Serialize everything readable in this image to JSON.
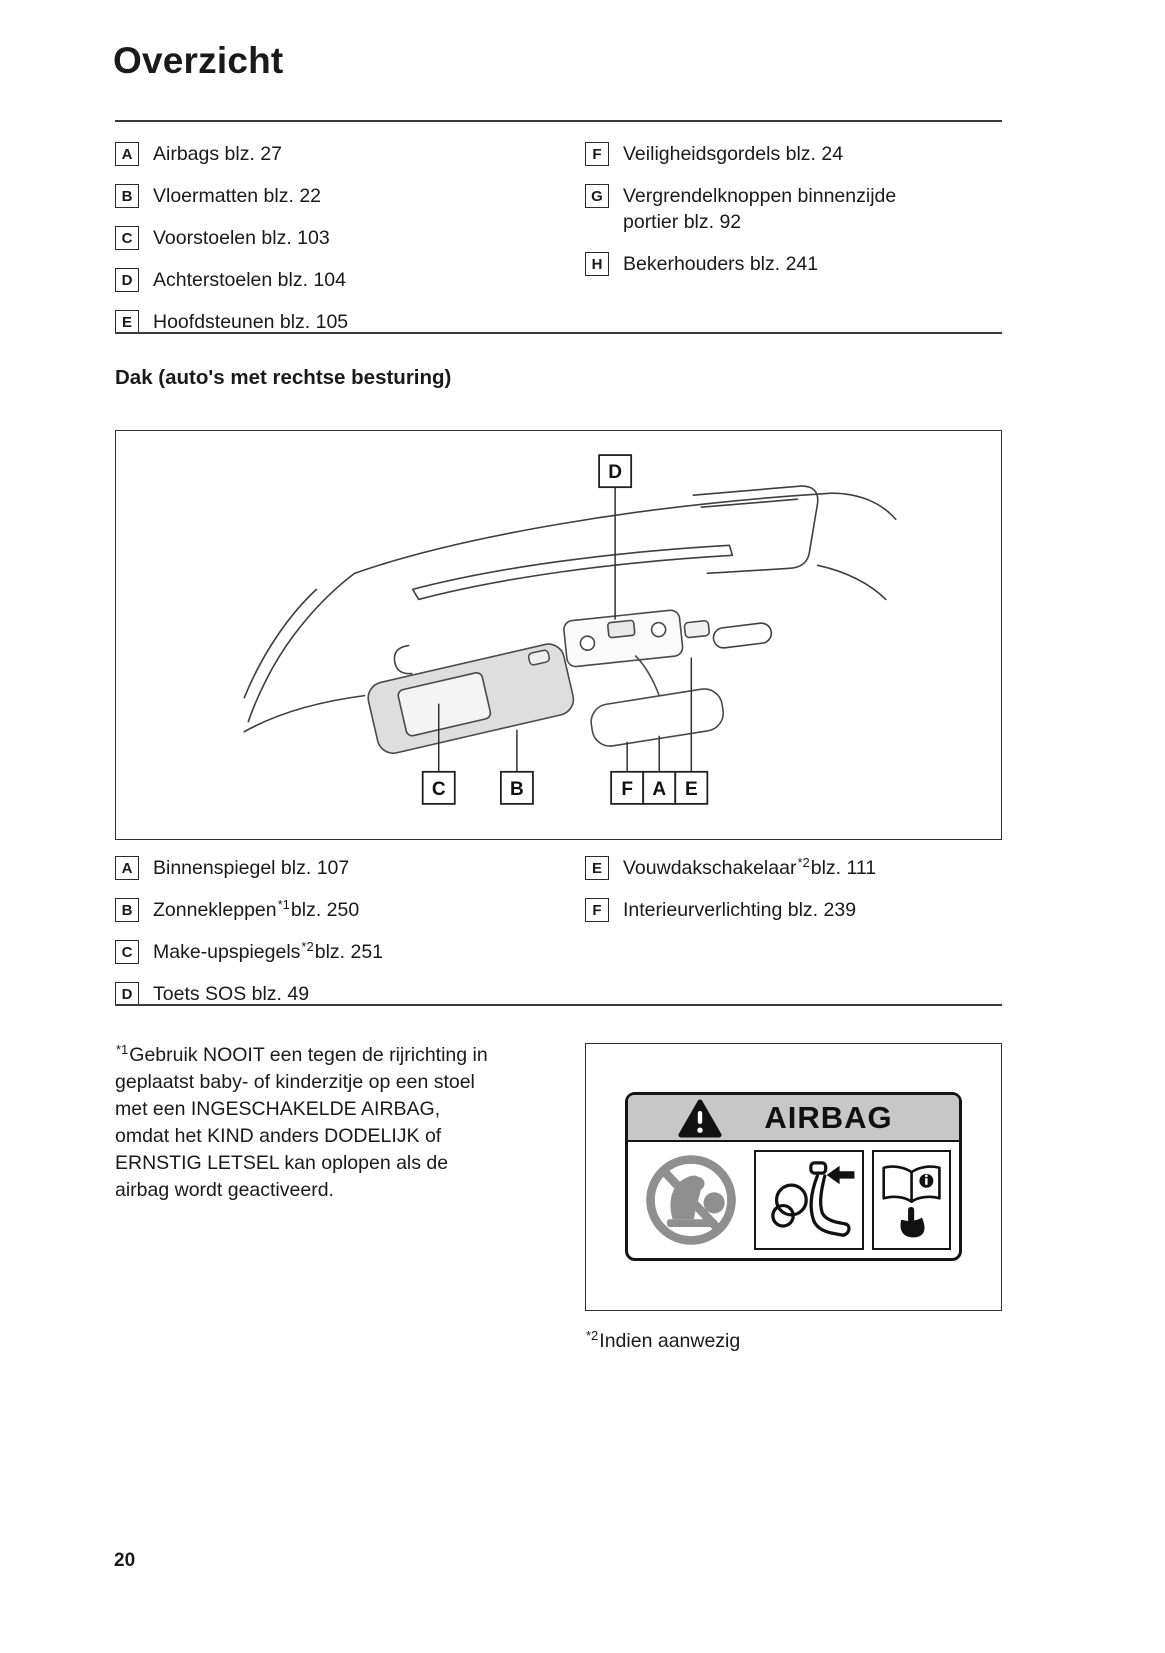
{
  "page": {
    "title": "Overzicht",
    "subheading": "Dak (auto's met rechtse besturing)",
    "page_number": "20"
  },
  "legend_top": {
    "left": [
      {
        "key": "A",
        "pre": "Airbags blz. 27",
        "sup": "",
        "post": ""
      },
      {
        "key": "B",
        "pre": "Vloermatten blz. 22",
        "sup": "",
        "post": ""
      },
      {
        "key": "C",
        "pre": "Voorstoelen blz. 103",
        "sup": "",
        "post": ""
      },
      {
        "key": "D",
        "pre": "Achterstoelen blz. 104",
        "sup": "",
        "post": ""
      },
      {
        "key": "E",
        "pre": "Hoofdsteunen blz. 105",
        "sup": "",
        "post": ""
      }
    ],
    "right": [
      {
        "key": "F",
        "pre": "Veiligheidsgordels blz. 24",
        "sup": "",
        "post": ""
      },
      {
        "key": "G",
        "pre": "Vergrendelknoppen binnenzijde portier blz. 92",
        "sup": "",
        "post": ""
      },
      {
        "key": "H",
        "pre": "Bekerhouders blz. 241",
        "sup": "",
        "post": ""
      }
    ]
  },
  "figure": {
    "label_top": "D",
    "labels_bottom": [
      "C",
      "B",
      "F",
      "A",
      "E"
    ]
  },
  "legend_bottom": {
    "left": [
      {
        "key": "A",
        "pre": "Binnenspiegel blz. 107",
        "sup": "",
        "post": ""
      },
      {
        "key": "B",
        "pre": "Zonnekleppen",
        "sup": "*1",
        "post": "blz. 250"
      },
      {
        "key": "C",
        "pre": "Make-upspiegels",
        "sup": "*2",
        "post": "blz. 251"
      },
      {
        "key": "D",
        "pre": "Toets SOS blz. 49",
        "sup": "",
        "post": ""
      }
    ],
    "right": [
      {
        "key": "E",
        "pre": "Vouwdakschakelaar",
        "sup": "*2",
        "post": "blz. 111"
      },
      {
        "key": "F",
        "pre": "Interieurverlichting blz. 239",
        "sup": "",
        "post": ""
      }
    ]
  },
  "footnotes": {
    "note1_sup": "*1",
    "note1_text": "Gebruik NOOIT een tegen de rijrichting in geplaatst baby- of kinderzitje op een stoel met een INGESCHAKELDE AIRBAG, omdat het KIND anders DODELIJK of ERNSTIG LETSEL kan oplopen als de airbag wordt geactiveerd.",
    "note2_sup": "*2",
    "note2_text": "Indien aanwezig"
  },
  "warning_label": {
    "title": "AIRBAG",
    "icons": {
      "header": "warning-triangle-icon",
      "picto1": "no-rearfacing-child-seat-icon",
      "picto2": "airbag-deployment-seat-icon",
      "picto3": "read-owners-manual-icon"
    },
    "colors": {
      "header_bg": "#c7c7c7",
      "pictogram_gray": "#8f8f8f",
      "line": "#141414"
    }
  },
  "colors": {
    "text": "#1a1a1a",
    "rule": "#3a3a3a",
    "figure_line": "#3f3f3f"
  }
}
